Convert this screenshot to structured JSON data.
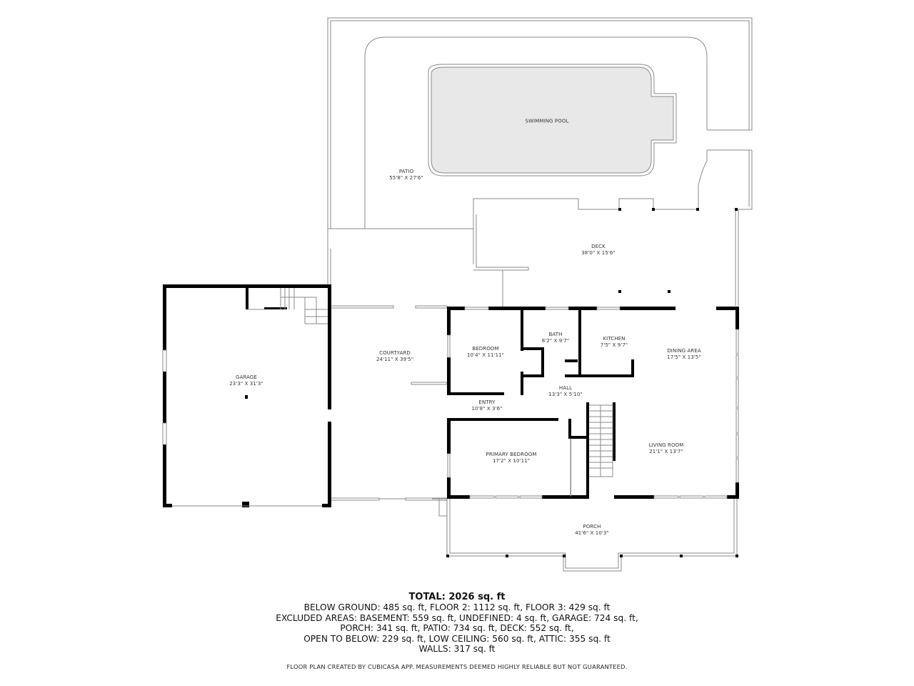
{
  "rooms": {
    "swimming_pool": {
      "name": "SWIMMING POOL",
      "dims": ""
    },
    "patio": {
      "name": "PATIO",
      "dims": "55'8\" X 27'6\""
    },
    "deck": {
      "name": "DECK",
      "dims": "38'0\" X 15'6\""
    },
    "garage": {
      "name": "GARAGE",
      "dims": "23'3\" X 31'3\""
    },
    "courtyard": {
      "name": "COURTYARD",
      "dims": "24'11\" X 39'5\""
    },
    "bedroom": {
      "name": "BEDROOM",
      "dims": "10'4\" X 11'11\""
    },
    "bath": {
      "name": "BATH",
      "dims": "8'2\" X 9'7\""
    },
    "kitchen": {
      "name": "KITCHEN",
      "dims": "7'5\" X 9'7\""
    },
    "dining_area": {
      "name": "DINING AREA",
      "dims": "17'5\" X 13'5\""
    },
    "hall": {
      "name": "HALL",
      "dims": "13'3\" X 5'10\""
    },
    "entry": {
      "name": "ENTRY",
      "dims": "10'8\" X 3'6\""
    },
    "primary_bedroom": {
      "name": "PRIMARY BEDROOM",
      "dims": "17'2\" X 10'11\""
    },
    "living_room": {
      "name": "LIVING ROOM",
      "dims": "21'1\" X 13'7\""
    },
    "porch": {
      "name": "PORCH",
      "dims": "41'6\" X 10'3\""
    }
  },
  "summary": {
    "total": "TOTAL: 2026 sq. ft",
    "lines": [
      "BELOW GROUND: 485 sq. ft, FLOOR 2: 1112 sq. ft, FLOOR 3: 429 sq. ft",
      "EXCLUDED AREAS: BASEMENT: 559 sq. ft, UNDEFINED: 4 sq. ft, GARAGE: 724 sq. ft,",
      "PORCH: 341 sq. ft, PATIO: 734 sq. ft, DECK: 552 sq. ft,",
      "OPEN TO BELOW: 229 sq. ft, LOW CEILING: 560 sq. ft, ATTIC: 355 sq. ft",
      "WALLS: 317 sq. ft"
    ],
    "credit": "FLOOR PLAN CREATED BY CUBICASA APP. MEASUREMENTS DEEMED HIGHLY RELIABLE BUT NOT GUARANTEED."
  },
  "colors": {
    "wall": "#000000",
    "thin_line": "#8a8a8a",
    "pool_fill": "#e8e8e8",
    "label": "#333333"
  }
}
